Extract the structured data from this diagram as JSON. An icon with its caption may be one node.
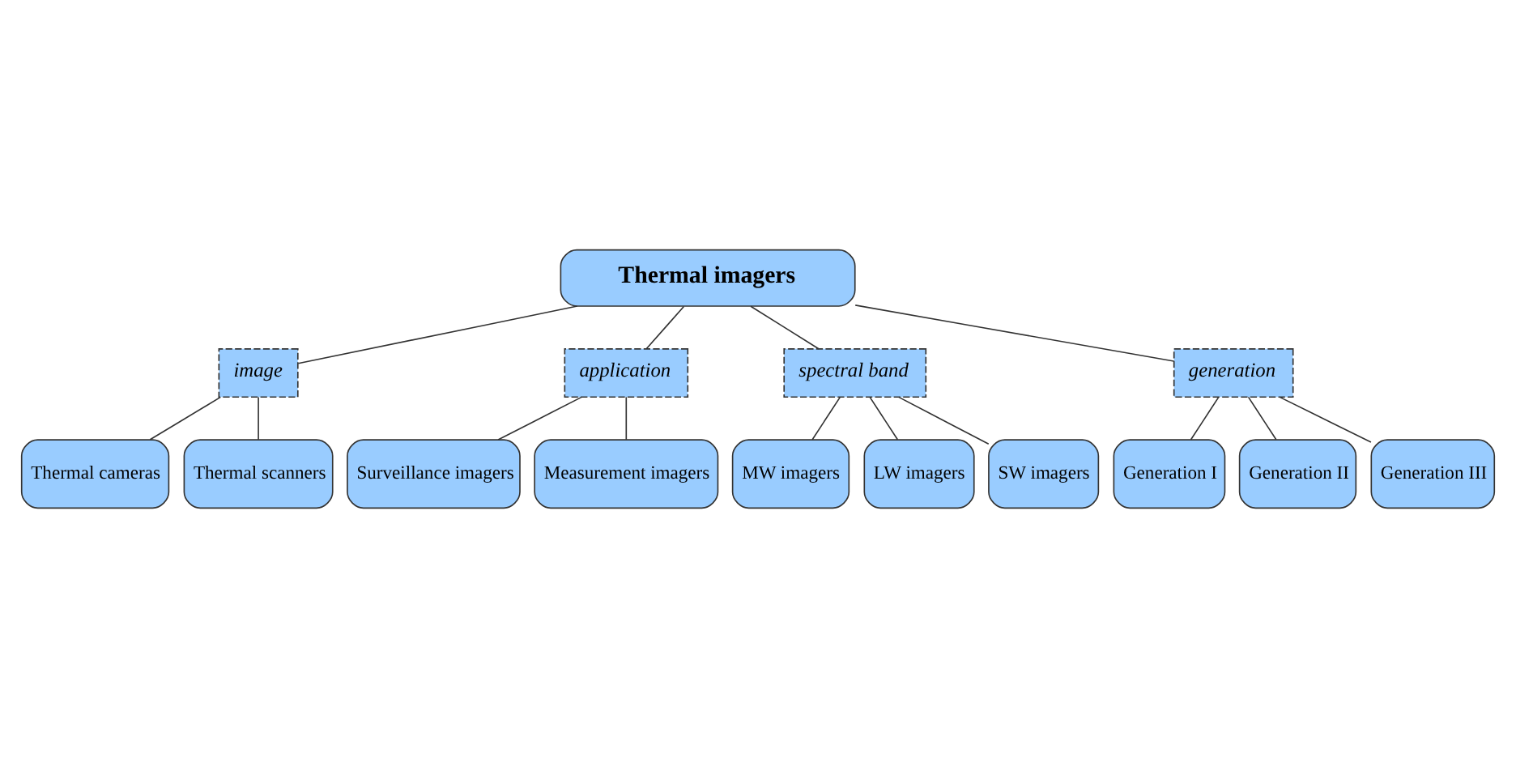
{
  "diagram": {
    "nodes": [
      {
        "text": [
          "Thermal imagers"
        ]
      },
      {
        "text": [
          "image"
        ]
      },
      {
        "text": [
          "application"
        ]
      },
      {
        "text": [
          "spectral band"
        ]
      },
      {
        "text": [
          "generation"
        ]
      },
      {
        "text": [
          "Thermal cameras"
        ]
      },
      {
        "text": [
          "Thermal scanners"
        ]
      },
      {
        "text": [
          "Surveillance imagers"
        ]
      },
      {
        "text": [
          "Measurement imagers"
        ]
      },
      {
        "text": [
          "MW imagers"
        ]
      },
      {
        "text": [
          "LW imagers"
        ]
      },
      {
        "text": [
          "SW imagers"
        ]
      },
      {
        "text": [
          "Generation I"
        ]
      },
      {
        "text": [
          "Generation II"
        ]
      },
      {
        "text": [
          "Generation III"
        ]
      }
    ],
    "edges": [
      {
        "from": 0,
        "to": 1,
        "arrow": "none"
      },
      {
        "from": 0,
        "to": 2,
        "arrow": "none"
      },
      {
        "from": 0,
        "to": 3,
        "arrow": "none"
      },
      {
        "from": 0,
        "to": 4,
        "arrow": "none"
      },
      {
        "from": 1,
        "to": 5,
        "arrow": "none"
      },
      {
        "from": 1,
        "to": 6,
        "arrow": "none"
      },
      {
        "from": 2,
        "to": 7,
        "arrow": "none"
      },
      {
        "from": 2,
        "to": 8,
        "arrow": "none"
      },
      {
        "from": 3,
        "to": 9,
        "arrow": "none"
      },
      {
        "from": 3,
        "to": 10,
        "arrow": "none"
      },
      {
        "from": 3,
        "to": 11,
        "arrow": "none"
      },
      {
        "from": 4,
        "to": 12,
        "arrow": "none"
      },
      {
        "from": 4,
        "to": 13,
        "arrow": "none"
      },
      {
        "from": 4,
        "to": 14,
        "arrow": "none"
      }
    ]
  }
}
